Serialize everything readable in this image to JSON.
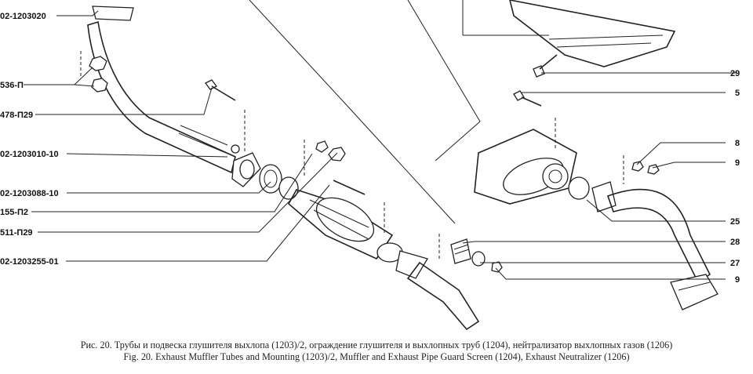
{
  "callouts_left": [
    {
      "id": "c1",
      "text": "02-1203020"
    },
    {
      "id": "c2",
      "text": "536-П"
    },
    {
      "id": "c3",
      "text": "478-П29"
    },
    {
      "id": "c4",
      "text": "02-1203010-10"
    },
    {
      "id": "c5",
      "text": "02-1203088-10"
    },
    {
      "id": "c6",
      "text": "155-П2"
    },
    {
      "id": "c7",
      "text": "511-П29"
    },
    {
      "id": "c8",
      "text": "02-1203255-01"
    }
  ],
  "callouts_right": [
    {
      "id": "r1",
      "text": "29"
    },
    {
      "id": "r2",
      "text": "5"
    },
    {
      "id": "r3",
      "text": "8"
    },
    {
      "id": "r4",
      "text": "9"
    },
    {
      "id": "r5",
      "text": "25"
    },
    {
      "id": "r6",
      "text": "28"
    },
    {
      "id": "r7",
      "text": "27"
    },
    {
      "id": "r8",
      "text": "9"
    }
  ],
  "caption": {
    "ru": "Рис. 20. Трубы и подвеска глушителя выхлопа (1203)/2, ограждение глушителя и выхлопных труб (1204), нейтрализатор выхлопных газов (1206)",
    "en": "Fig. 20. Exhaust Muffler Tubes and Mounting (1203)/2, Muffler and Exhaust Pipe Guard Screen (1204), Exhaust Neutralizer (1206)"
  }
}
